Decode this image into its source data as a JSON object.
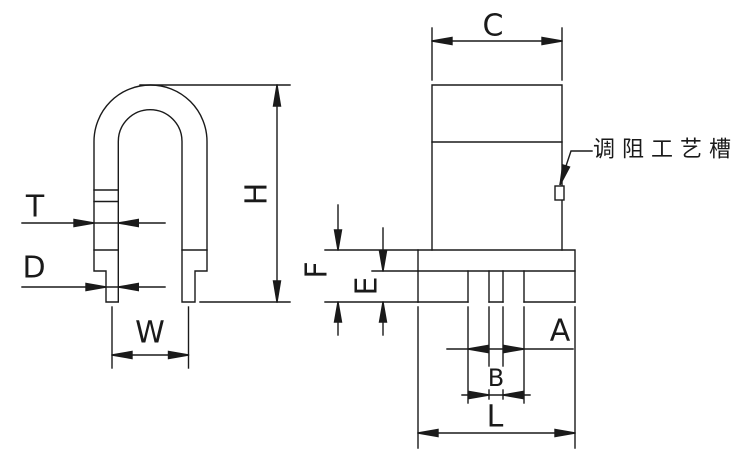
{
  "drawing": {
    "background": "#ffffff",
    "line_color": "#1a1a1a",
    "dimension_labels": {
      "t": "T",
      "d": "D",
      "w": "W",
      "h": "H",
      "c": "C",
      "f": "F",
      "e": "E",
      "a": "A",
      "b": "B",
      "l": "L"
    },
    "annotations": {
      "groove_note": "调阻工艺槽"
    }
  }
}
